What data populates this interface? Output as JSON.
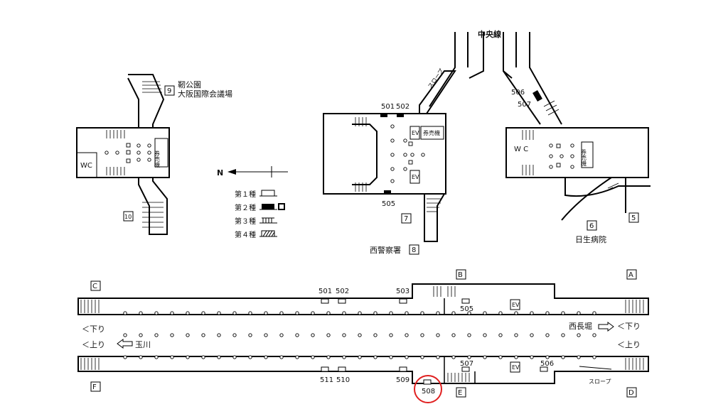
{
  "header": {
    "line_name": "中央線"
  },
  "compass": {
    "north_label": "N"
  },
  "legend": {
    "items": [
      {
        "label": "第１種",
        "icon": "gate-type1-icon"
      },
      {
        "label": "第２種",
        "icon": "gate-type2-icon"
      },
      {
        "label": "第３種",
        "icon": "gate-type3-icon"
      },
      {
        "label": "第４種",
        "icon": "gate-type4-icon"
      }
    ]
  },
  "exits": {
    "e9": {
      "num": "9",
      "dest_line1": "靭公園",
      "dest_line2": "大阪国際会議場"
    },
    "e10": {
      "num": "10"
    },
    "e7": {
      "num": "7"
    },
    "e8": {
      "num": "8",
      "dest": "西警察署"
    },
    "e6": {
      "num": "6",
      "dest": "日生病院"
    },
    "e5": {
      "num": "5"
    }
  },
  "facilities": {
    "wc_left": "WC",
    "wc_right": "W C",
    "ticket_machine": "券売機",
    "elevator": "EV",
    "slope": "スロープ"
  },
  "gates_upper": {
    "g501": "501",
    "g502": "502",
    "g505": "505",
    "g506": "506",
    "g507": "507"
  },
  "platform": {
    "corners": {
      "A": "A",
      "B": "B",
      "C": "C",
      "D": "D",
      "E": "E",
      "F": "F"
    },
    "gates": {
      "g501": "501",
      "g502": "502",
      "g503": "503",
      "g505": "505",
      "g507": "507",
      "g506": "506",
      "g511": "511",
      "g510": "510",
      "g509": "509",
      "g508": "508"
    },
    "dir_down_left": "＜下り",
    "dir_down_right": "＜下り",
    "dir_up_left": "＜上り",
    "dir_up_right": "＜上り",
    "dest_tamagawa": "玉川",
    "dest_nishinagahori": "西長堀",
    "slope": "スロープ"
  },
  "highlight": {
    "gate": "508",
    "color": "#e02020"
  }
}
